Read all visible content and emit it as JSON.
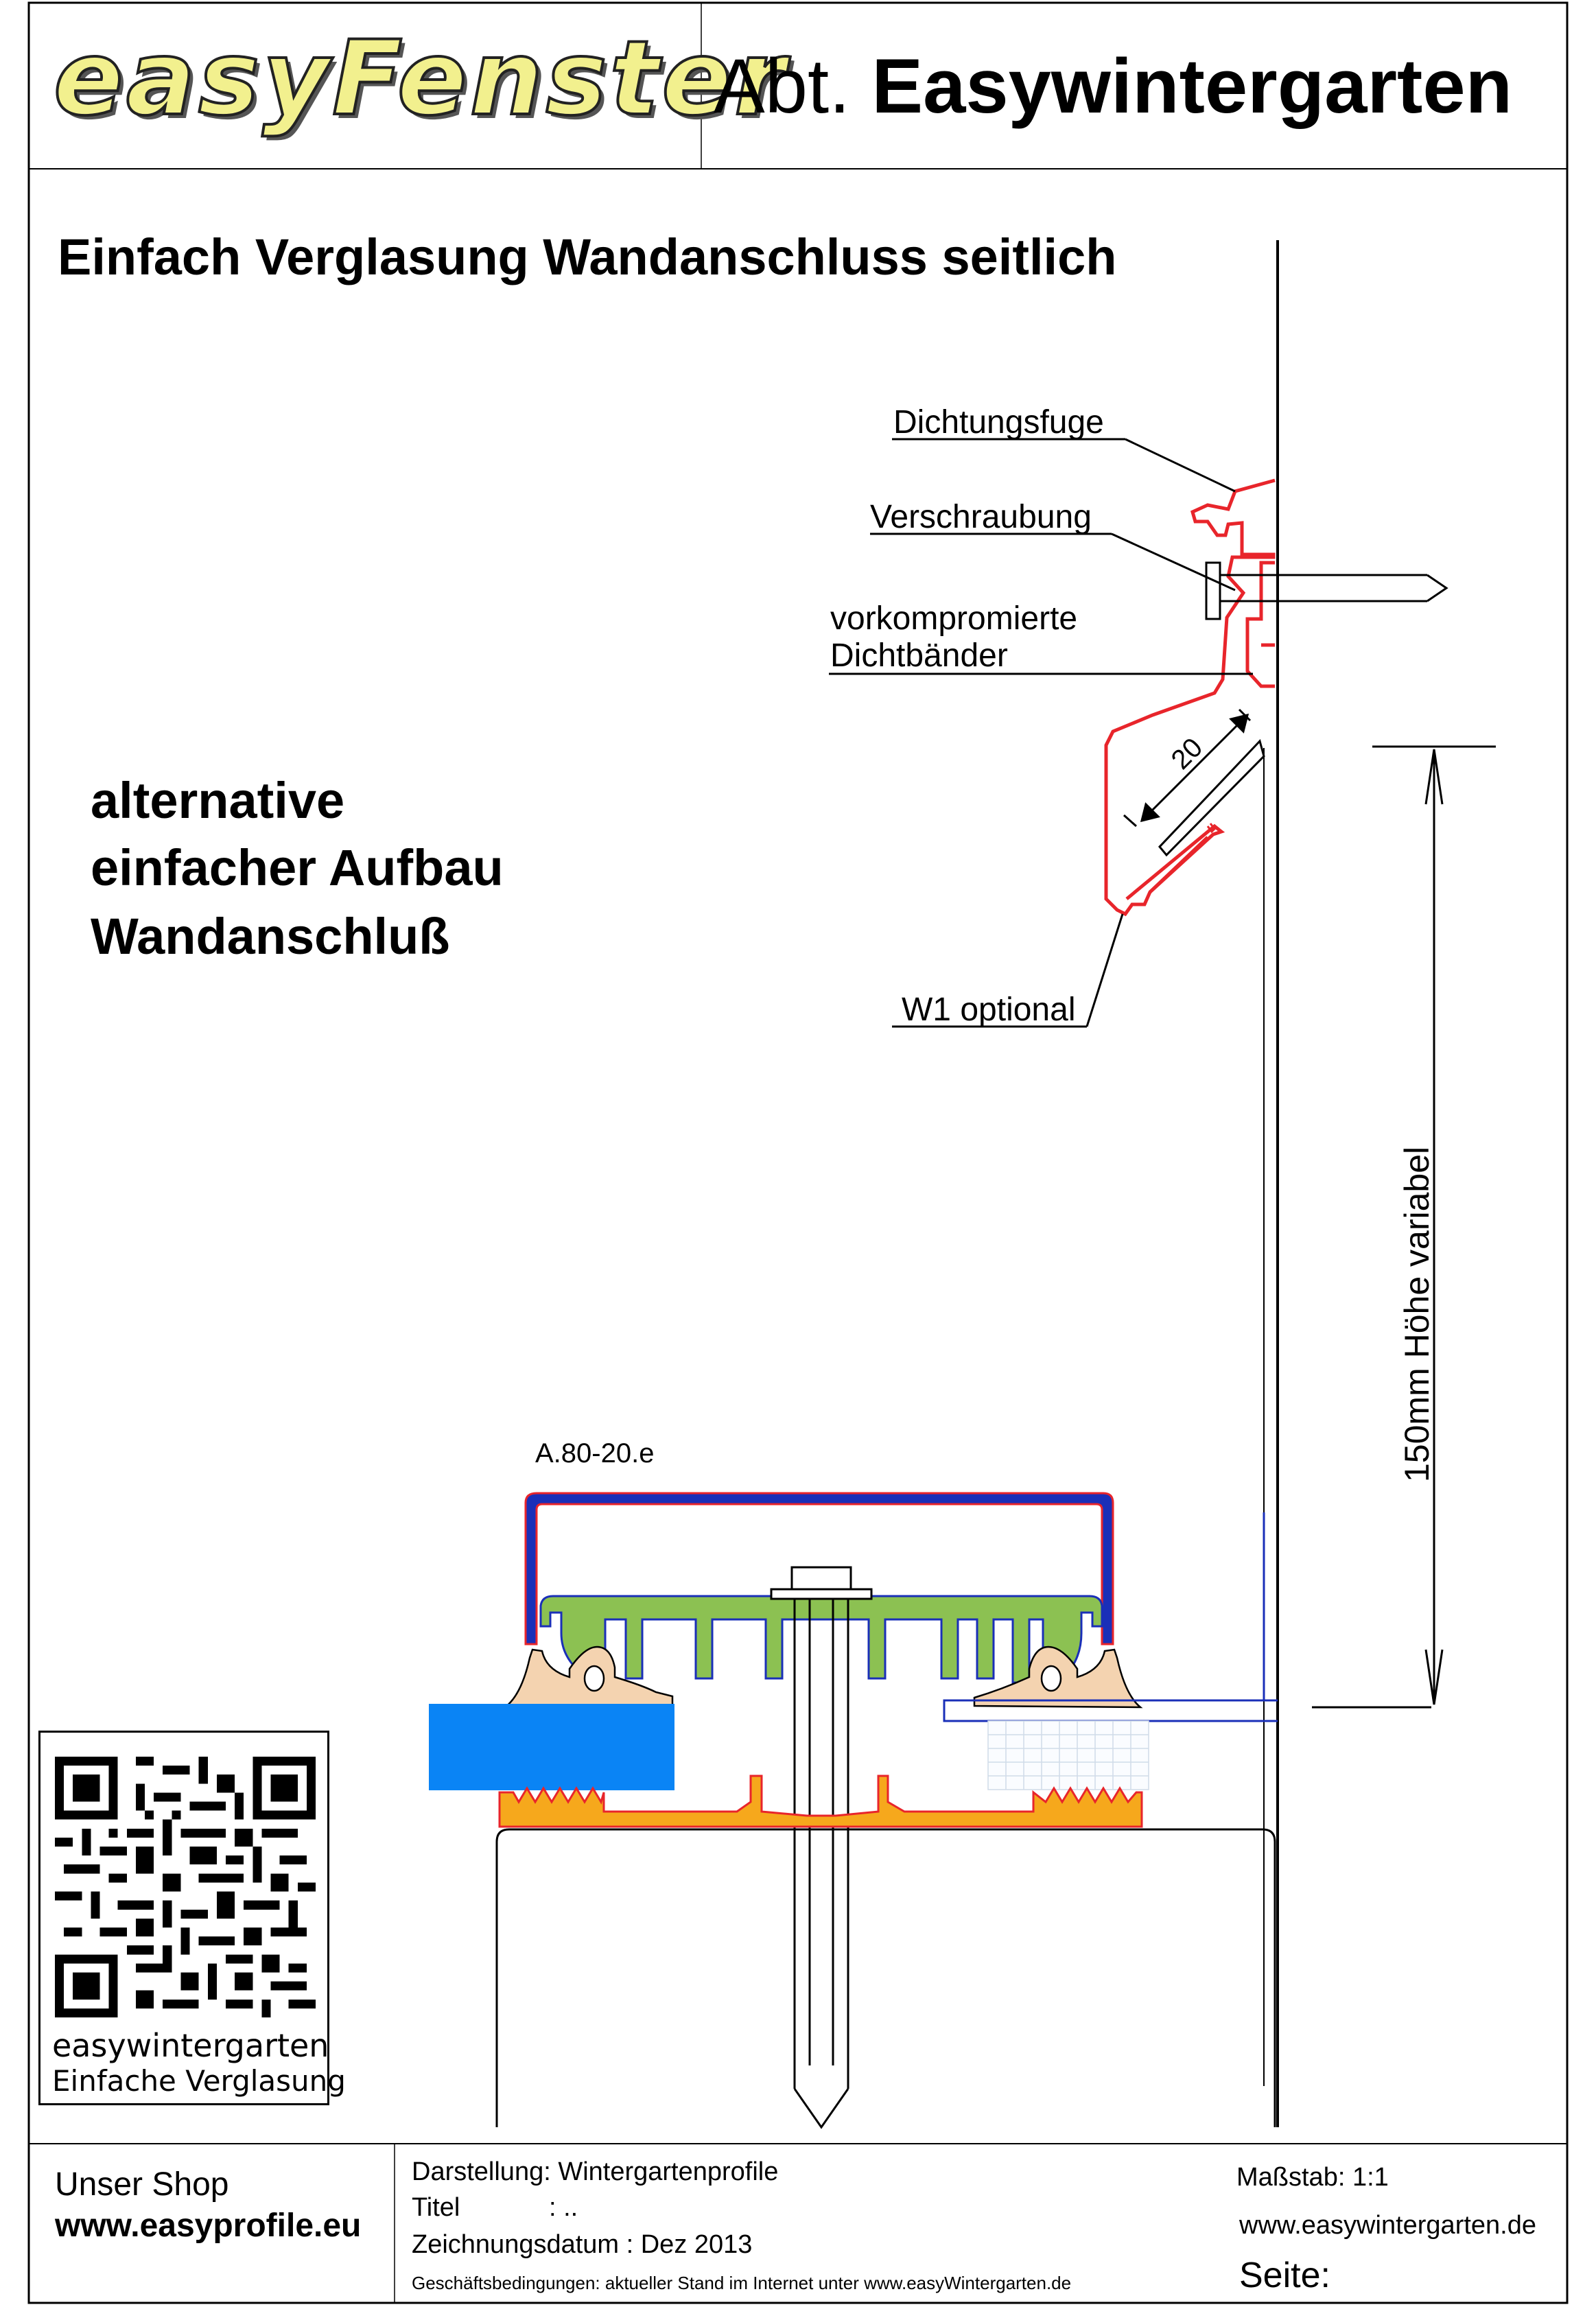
{
  "header": {
    "logo_text": "easyFenster",
    "dept_prefix": "Abt.",
    "dept_name": "Easywintergarten"
  },
  "drawing": {
    "title": "Einfach Verglasung Wandanschluss seitlich",
    "note_lines": [
      "alternative",
      "einfacher  Aufbau",
      "Wandanschluß"
    ],
    "labels": {
      "dichtungsfuge": "Dichtungsfuge",
      "verschraubung": "Verschraubung",
      "dichtbaender_1": "vorkompromierte",
      "dichtbaender_2": "Dichtbänder",
      "w1": "W1 optional",
      "profile": "A.80-20.e",
      "dim_20": "20",
      "dim_height": "150mm Höhe variabel"
    }
  },
  "qr_box": {
    "line1": "easywintergarten",
    "line2": "Einfache Verglasung"
  },
  "footer": {
    "shop_label": "Unser Shop",
    "shop_url": "www.easyprofile.eu",
    "darstellung": "Darstellung: Wintergartenprofile",
    "titel_key": "Titel",
    "titel_value": ":  ..",
    "datum": "Zeichnungsdatum : Dez 2013",
    "bedingungen": "Geschäftsbedingungen: aktueller Stand im Internet  unter www.easyWintergarten.de",
    "massstab": "Maßstab: 1:1",
    "site_url": "www.easywintergarten.de",
    "seite": "Seite:"
  },
  "colors": {
    "frame": "#000000",
    "profile_red": "#e8252b",
    "profile_blue": "#1a2fb8",
    "core_green": "#8cc152",
    "gasket_peach": "#f4d3b0",
    "glass_blue": "#0a84f5",
    "base_orange": "#f6a81c"
  }
}
